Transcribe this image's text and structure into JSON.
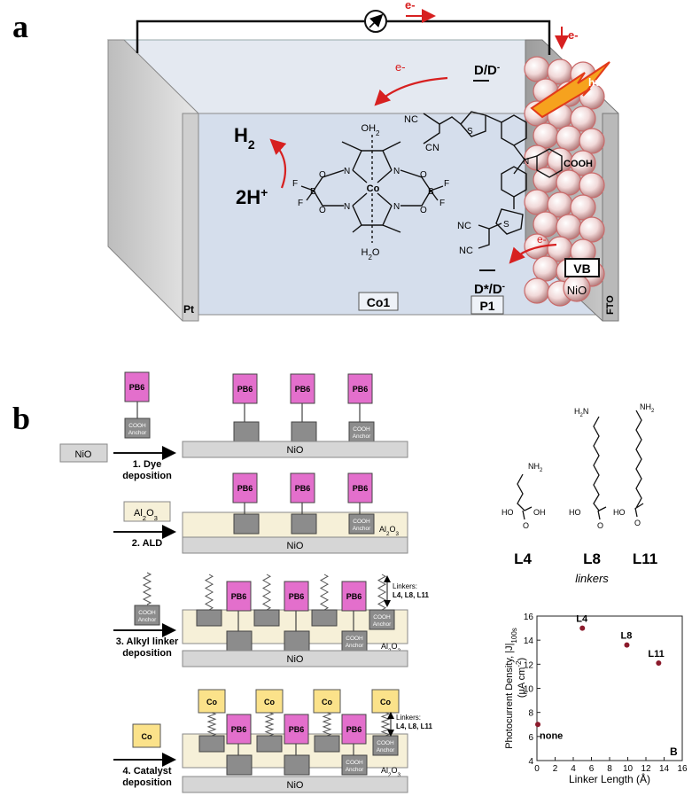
{
  "panel_a": {
    "letter": "a",
    "electron": "e-",
    "hv": "hν",
    "h2": "H",
    "h2_sub": "2",
    "two_h": "2H",
    "two_h_sup": "+",
    "d_d": "D/D",
    "d_d_sup": "-",
    "dstar": "D*/D",
    "dstar_sup": "-",
    "vb": "VB",
    "nio": "NiO",
    "fto": "FTO",
    "pt": "Pt",
    "co1": "Co1",
    "p1": "P1",
    "mol": {
      "oh2": "OH",
      "oh2_sub": "2",
      "h2o": "H",
      "h2o_sub": "2",
      "h2o_o": "O",
      "co": "Co",
      "n": "N",
      "o": "O",
      "b": "B",
      "f": "F",
      "nc": "NC",
      "cn": "CN",
      "s": "S",
      "cooh": "COOH",
      "n_center": "N"
    }
  },
  "panel_b": {
    "letter": "b",
    "pb6": "PB6",
    "cooh_anchor_1": "COOH",
    "cooh_anchor_2": "Anchor",
    "nio": "NiO",
    "al2o3_main": "Al",
    "al2o3_sub1": "2",
    "al2o3_o": "O",
    "al2o3_sub2": "3",
    "co": "Co",
    "steps": [
      {
        "line1": "1. Dye",
        "line2": "deposition"
      },
      {
        "line1": "2. ALD",
        "line2": ""
      },
      {
        "line1": "3. Alkyl linker",
        "line2": "deposition"
      },
      {
        "line1": "4. Catalyst",
        "line2": "deposition"
      }
    ],
    "linkers_label_1": "Linkers:",
    "linkers_label_2": "L4, L8, L11",
    "linker_names": [
      "L4",
      "L8",
      "L11"
    ],
    "linkers_caption": "linkers",
    "nh2": "NH",
    "nh2_sub": "2",
    "h2n": "H",
    "h2n_sub": "2",
    "h2n_n": "N",
    "ho": "HO",
    "oh": "OH",
    "o": "O"
  },
  "chart_data": {
    "type": "scatter",
    "xlabel": "Linker Length (Å)",
    "ylabel_1": "Photocurrent Density, |J|",
    "ylabel_sub": "100s",
    "ylabel_2": "(µA cm",
    "ylabel_sup": "-2",
    "ylabel_3": ")",
    "panel_tag": "B",
    "xlim": [
      0,
      16
    ],
    "ylim": [
      4,
      16
    ],
    "x_ticks": [
      0,
      2,
      4,
      6,
      8,
      10,
      12,
      14,
      16
    ],
    "y_ticks": [
      4,
      6,
      8,
      10,
      12,
      14,
      16
    ],
    "points": [
      {
        "label": "none",
        "x": 0.1,
        "y": 7.0
      },
      {
        "label": "L4",
        "x": 5.0,
        "y": 15.0
      },
      {
        "label": "L8",
        "x": 9.9,
        "y": 13.6
      },
      {
        "label": "L11",
        "x": 13.4,
        "y": 12.1
      }
    ],
    "marker_color": "#8b1a2b"
  },
  "colors": {
    "pink": "#e36fcc",
    "gray_block": "#8c8c8c",
    "nio_base": "#d6d6d6",
    "al2o3": "#f6f0d8",
    "co_box": "#fbe28a",
    "red": "#d72020",
    "cell_face": "#d9e2ee"
  }
}
